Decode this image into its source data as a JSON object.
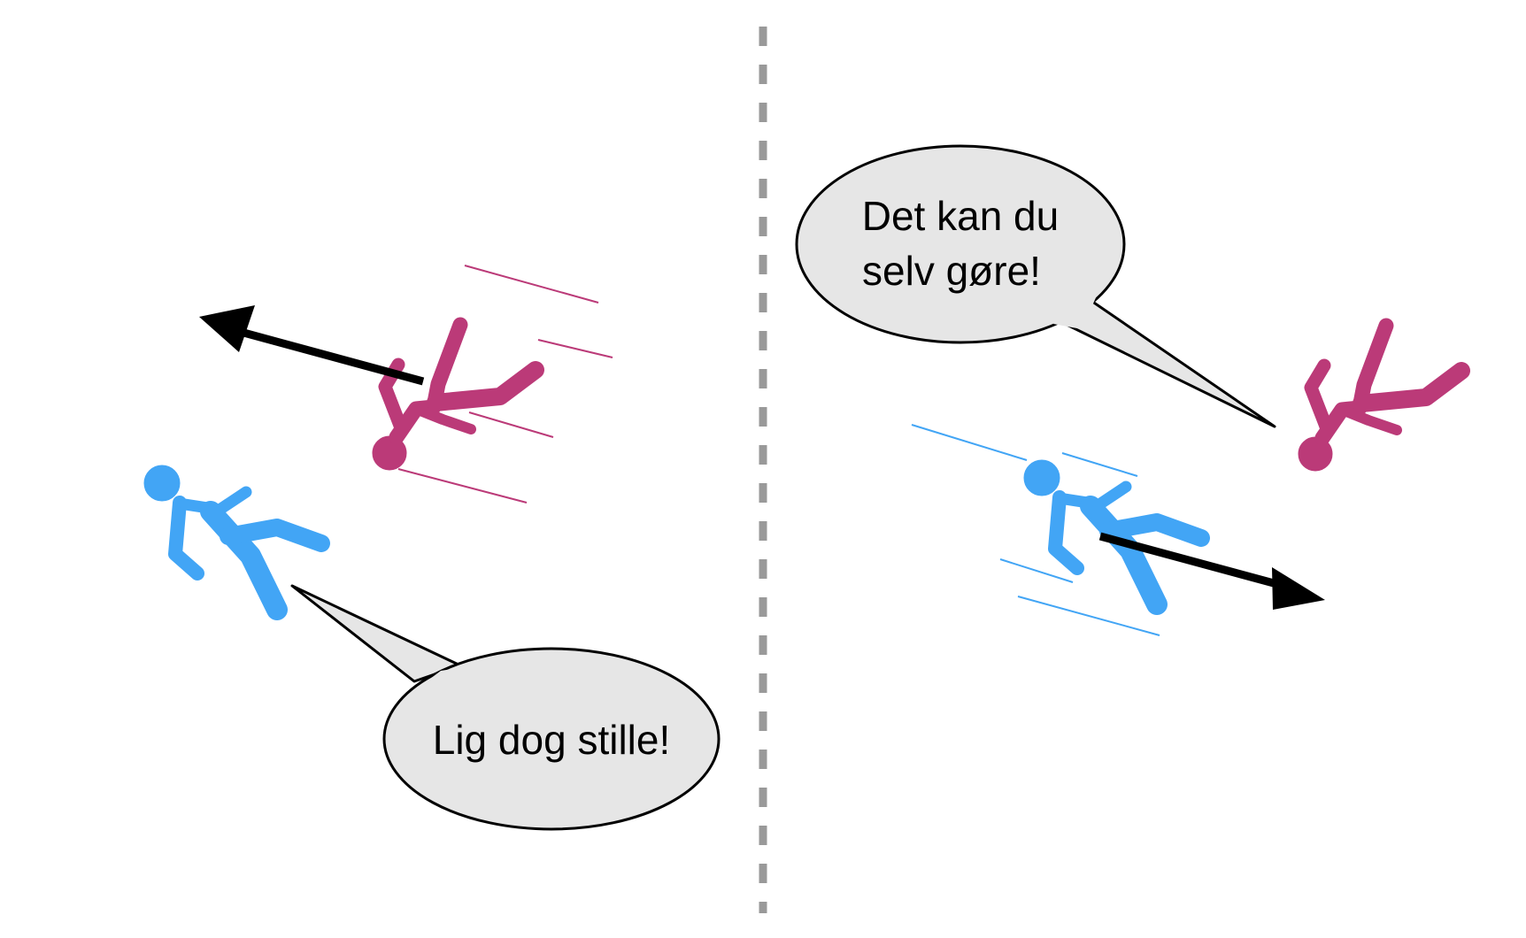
{
  "colors": {
    "background": "#ffffff",
    "blue_person": "#42a5f5",
    "pink_person": "#bb3a78",
    "divider": "#999999",
    "arrow": "#000000",
    "bubble_fill": "#e6e6e6",
    "bubble_stroke": "#000000"
  },
  "left_panel": {
    "speech_bubble": {
      "line1": "Lig dog stille!"
    },
    "pink_person": {
      "icon": "falling-person-icon",
      "moving": true,
      "force_arrow": "left"
    },
    "blue_person": {
      "icon": "falling-person-icon",
      "moving": false
    }
  },
  "right_panel": {
    "speech_bubble": {
      "line1": "Det kan du",
      "line2": "selv gøre!"
    },
    "pink_person": {
      "icon": "falling-person-icon",
      "moving": false
    },
    "blue_person": {
      "icon": "falling-person-icon",
      "moving": true,
      "force_arrow": "right"
    }
  },
  "divider": {
    "style": "dashed",
    "orientation": "vertical"
  }
}
